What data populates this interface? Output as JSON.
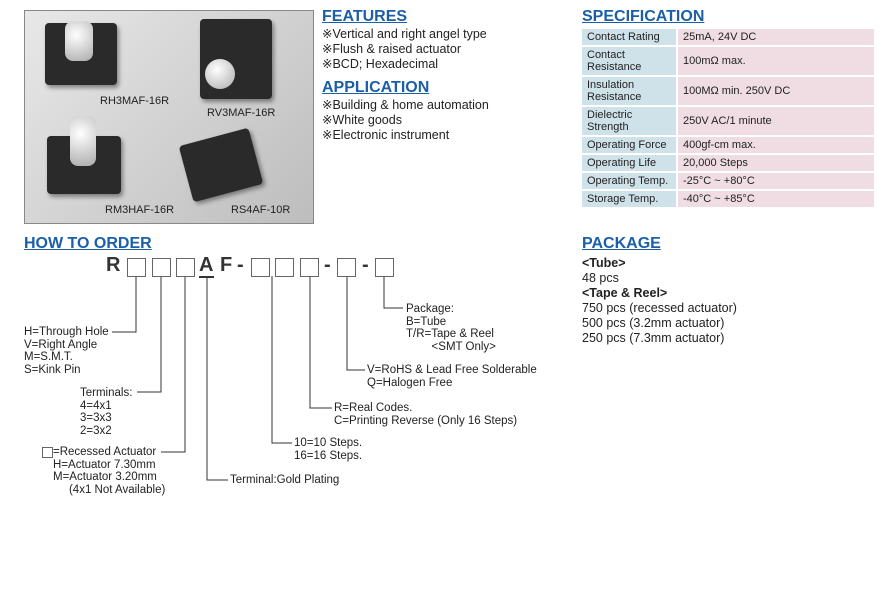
{
  "photos": {
    "labels": [
      "RH3MAF-16R",
      "RV3MAF-16R",
      "RM3HAF-16R",
      "RS4AF-10R"
    ]
  },
  "features": {
    "title": "FEATURES",
    "items": [
      "※Vertical and right angel type",
      "※Flush & raised actuator",
      "※BCD; Hexadecimal"
    ]
  },
  "application": {
    "title": "APPLICATION",
    "items": [
      "※Building & home automation",
      "※White goods",
      "※Electronic instrument"
    ]
  },
  "specification": {
    "title": "SPECIFICATION",
    "rows": [
      {
        "k": "Contact Rating",
        "v": "25mA, 24V DC"
      },
      {
        "k": "Contact Resistance",
        "v": "100mΩ max."
      },
      {
        "k": "Insulation Resistance",
        "v": "100MΩ min. 250V DC"
      },
      {
        "k": "Dielectric Strength",
        "v": "250V AC/1 minute"
      },
      {
        "k": "Operating Force",
        "v": "400gf-cm max."
      },
      {
        "k": "Operating Life",
        "v": "20,000 Steps"
      },
      {
        "k": "Operating Temp.",
        "v": "-25°C ~ +80°C"
      },
      {
        "k": "Storage Temp.",
        "v": "-40°C ~ +85°C"
      }
    ]
  },
  "order": {
    "title": "HOW TO ORDER",
    "chars": [
      "R",
      "A",
      "F",
      "-",
      "-",
      "-"
    ],
    "mount": "H=Through Hole\nV=Right Angle\nM=S.M.T.\nS=Kink Pin",
    "terminals": "Terminals:\n4=4x1\n3=3x3\n2=3x2",
    "actuator": "=Recessed Actuator\nH=Actuator 7.30mm\nM=Actuator 3.20mm\n     (4x1 Not Available)",
    "plating": "Terminal:Gold Plating",
    "steps": "10=10 Steps.\n16=16 Steps.",
    "codes": "R=Real Codes.\nC=Printing Reverse (Only 16 Steps)",
    "rohs": "V=RoHS & Lead Free Solderable\nQ=Halogen Free",
    "package": "Package:\nB=Tube\nT/R=Tape & Reel\n        <SMT Only>"
  },
  "package": {
    "title": "PACKAGE",
    "tube_label": "<Tube>",
    "tube": "48 pcs",
    "reel_label": "<Tape & Reel>",
    "reel": [
      "750 pcs (recessed actuator)",
      "500 pcs (3.2mm actuator)",
      "250 pcs (7.3mm actuator)"
    ]
  }
}
